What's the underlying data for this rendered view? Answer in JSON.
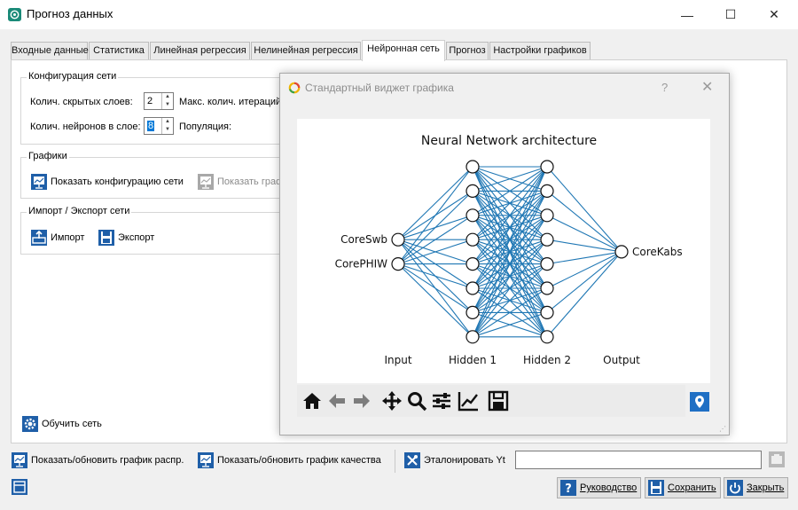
{
  "window": {
    "title": "Прогноз данных",
    "controls": [
      "—",
      "☐",
      "✕"
    ]
  },
  "tabs": [
    {
      "label": "Входные данные",
      "active": false
    },
    {
      "label": "Статистика",
      "active": false
    },
    {
      "label": "Линейная регрессия",
      "active": false
    },
    {
      "label": "Нелинейная регрессия",
      "active": false
    },
    {
      "label": "Нейронная сеть",
      "active": true
    },
    {
      "label": "Прогноз",
      "active": false
    },
    {
      "label": "Настройки графиков",
      "active": false
    }
  ],
  "config": {
    "title": "Конфигурация сети",
    "hidden_layers_label": "Колич. скрытых слоев:",
    "hidden_layers_value": "2",
    "max_iter_label": "Макс. колич. итераций",
    "neurons_label": "Колич. нейронов в слое:",
    "neurons_value": "8",
    "population_label": "Популяция:"
  },
  "charts": {
    "title": "Графики",
    "show_config": "Показать конфигурацию сети",
    "show_graph": "Показать граф"
  },
  "impexp": {
    "title": "Импорт / Экспорт сети",
    "import": "Импорт",
    "export": "Экспорт"
  },
  "train_button": "Обучить сеть",
  "bottom": {
    "show_dist": "Показать/обновить график распр.",
    "show_quality": "Показать/обновить график качества",
    "calibrate": "Эталонировать Yt",
    "yt_value": "",
    "guide": "Руководство",
    "save": "Сохранить",
    "close": "Закрыть"
  },
  "dialog": {
    "title": "Стандартный виджет графика",
    "help": "?",
    "close": "✕"
  },
  "colors": {
    "edge": "#1f77b4",
    "active_tab": "#ffffff",
    "selection": "#0078d7",
    "icon_blue": "#1f5fa8"
  },
  "chart_data": {
    "type": "diagram",
    "title": "Neural Network architecture",
    "layers": [
      {
        "name": "Input",
        "nodes": [
          "CoreSwb",
          "CorePHIW"
        ]
      },
      {
        "name": "Hidden 1",
        "size": 8
      },
      {
        "name": "Hidden 2",
        "size": 8
      },
      {
        "name": "Output",
        "nodes": [
          "CoreKabs"
        ]
      }
    ],
    "fully_connected": true
  }
}
